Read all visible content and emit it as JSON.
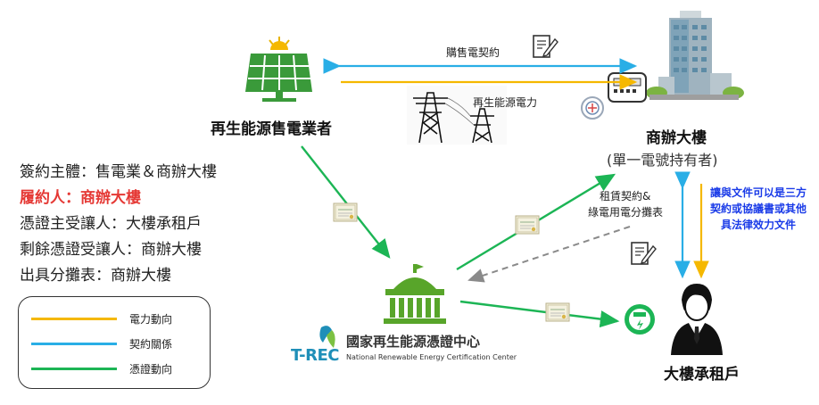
{
  "nodes": {
    "seller": "再生能源售電業者",
    "office": "商辦大樓",
    "office_sub": "(單一電號持有者)",
    "tenant": "大樓承租戶",
    "center_name": "國家再生能源憑證中心",
    "center_en": "National Renewable Energy Certification Center",
    "center_mark": "T-REC"
  },
  "edges": {
    "purchase_contract": "購售電契約",
    "renewable_power": "再生能源電力",
    "lease_contract_line1": "租賃契約&",
    "lease_contract_line2": "綠電用電分攤表",
    "transfer_note_line1": "讓與文件可以是三方",
    "transfer_note_line2": "契約或協議書或其他",
    "transfer_note_line3": "具法律效力文件"
  },
  "info": [
    {
      "text": "簽約主體：售電業＆商辦大樓",
      "highlight": false
    },
    {
      "text": "履約人：商辦大樓",
      "highlight": true
    },
    {
      "text": "憑證主受讓人：大樓承租戶",
      "highlight": false
    },
    {
      "text": "剩餘憑證受讓人：商辦大樓",
      "highlight": false
    },
    {
      "text": "出具分攤表：商辦大樓",
      "highlight": false
    }
  ],
  "legend": [
    {
      "label": "電力動向",
      "color": "#f5b800"
    },
    {
      "label": "契約關係",
      "color": "#29aee6"
    },
    {
      "label": "憑證動向",
      "color": "#1cb555"
    }
  ],
  "colors": {
    "power": "#f5b800",
    "contract": "#29aee6",
    "certificate": "#1cb555",
    "solar_green": "#3a9a3a",
    "center_green": "#58a52a",
    "dashed": "#8a8a8a"
  },
  "icons": [
    "solar-panel-icon",
    "office-building-icon",
    "electricity-meter-icon",
    "transmission-tower-icon",
    "certificate-icon",
    "contract-signing-icon",
    "certification-center-icon",
    "businessman-icon",
    "green-meter-icon",
    "trec-logo-icon"
  ]
}
